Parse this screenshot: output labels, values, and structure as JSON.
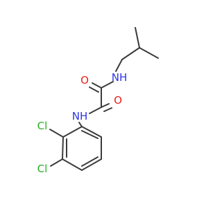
{
  "molecule": {
    "atoms": {
      "o1": {
        "label": "O",
        "color": "#e8211e"
      },
      "nh1": {
        "label": "NH",
        "color": "#2b35e3"
      },
      "o2": {
        "label": "O",
        "color": "#e8211e"
      },
      "nh2": {
        "label": "NH",
        "color": "#2b35e3"
      },
      "cl1": {
        "label": "Cl",
        "color": "#27b023"
      },
      "cl2": {
        "label": "Cl",
        "color": "#27b023"
      }
    },
    "bond_color": "#3a3a3a"
  }
}
